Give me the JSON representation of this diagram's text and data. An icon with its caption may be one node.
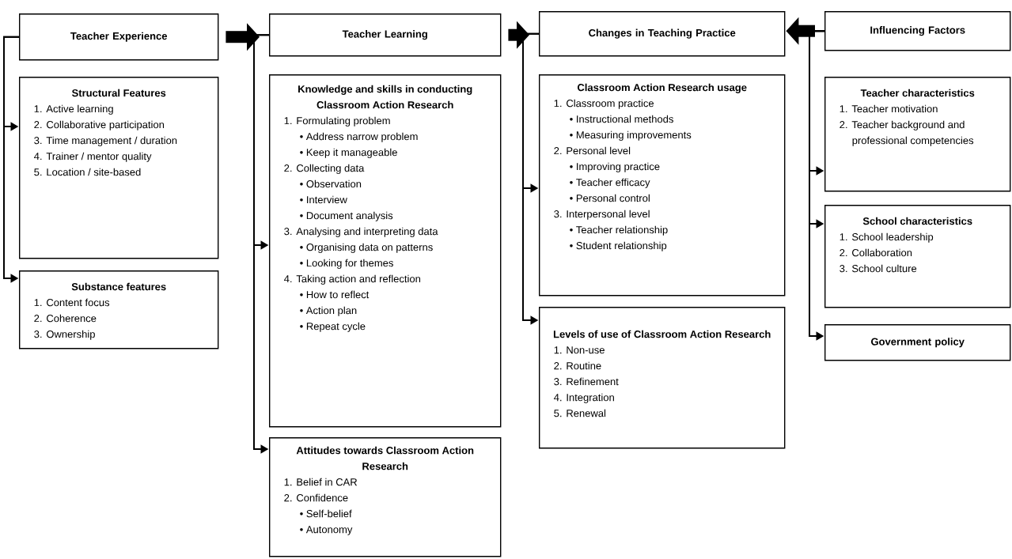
{
  "diagram": {
    "nodes": [
      {
        "text": [
          "Teacher Experience"
        ]
      },
      {
        "text": [
          "Structural Features",
          "1. Active learning",
          "2. Collaborative participation",
          "3. Time management / duration",
          "4. Trainer / mentor quality",
          "5. Location / site-based"
        ]
      },
      {
        "text": [
          "Substance features",
          "1. Content focus",
          "2. Coherence",
          "3. Ownership"
        ]
      },
      {
        "text": [
          "Teacher Learning"
        ]
      },
      {
        "text": [
          "Knowledge and skills in conducting Classroom Action Research",
          "1. Formulating problem",
          "• Address narrow problem",
          "• Keep it manageable",
          "2. Collecting data",
          "• Observation",
          "• Interview",
          "• Document analysis",
          "3. Analysing and interpreting data",
          "• Organising data on patterns",
          "• Looking for themes",
          "4. Taking action and reflection",
          "• How to reflect",
          "• Action plan",
          "• Repeat cycle"
        ]
      },
      {
        "text": [
          "Attitudes towards Classroom Action Research",
          "1. Belief in CAR",
          "2. Confidence",
          "• Self-belief",
          "• Autonomy"
        ]
      },
      {
        "text": [
          "Changes in Teaching Practice"
        ]
      },
      {
        "text": [
          "Classroom Action Research usage",
          "1. Classroom practice",
          "• Instructional methods",
          "• Measuring improvements",
          "2. Personal level",
          "• Improving practice",
          "• Teacher efficacy",
          "• Personal control",
          "3. Interpersonal level",
          "• Teacher relationship",
          "• Student relationship"
        ]
      },
      {
        "text": [
          "Levels of use of Classroom Action Research",
          "1. Non-use",
          "2. Routine",
          "3. Refinement",
          "4. Integration",
          "5. Renewal"
        ]
      },
      {
        "text": [
          "Influencing Factors"
        ]
      },
      {
        "text": [
          "Teacher characteristics",
          "1. Teacher motivation",
          "2. Teacher background and professional competencies"
        ]
      },
      {
        "text": [
          "School characteristics",
          "1. School leadership",
          "2. Collaboration",
          "3. School culture"
        ]
      },
      {
        "text": [
          "Government policy"
        ]
      }
    ],
    "edges": [
      {
        "from": 0,
        "to": 3,
        "arrow": "to",
        "style": "thick"
      },
      {
        "from": 3,
        "to": 6,
        "arrow": "to",
        "style": "thick"
      },
      {
        "from": 9,
        "to": 6,
        "arrow": "to",
        "style": "thick"
      },
      {
        "from": 0,
        "to": 1,
        "arrow": "to"
      },
      {
        "from": 0,
        "to": 2,
        "arrow": "to"
      },
      {
        "from": 3,
        "to": 4,
        "arrow": "to"
      },
      {
        "from": 3,
        "to": 5,
        "arrow": "to"
      },
      {
        "from": 6,
        "to": 7,
        "arrow": "to"
      },
      {
        "from": 6,
        "to": 8,
        "arrow": "to"
      },
      {
        "from": 9,
        "to": 10,
        "arrow": "to"
      },
      {
        "from": 9,
        "to": 11,
        "arrow": "to"
      },
      {
        "from": 9,
        "to": 12,
        "arrow": "to"
      }
    ]
  }
}
